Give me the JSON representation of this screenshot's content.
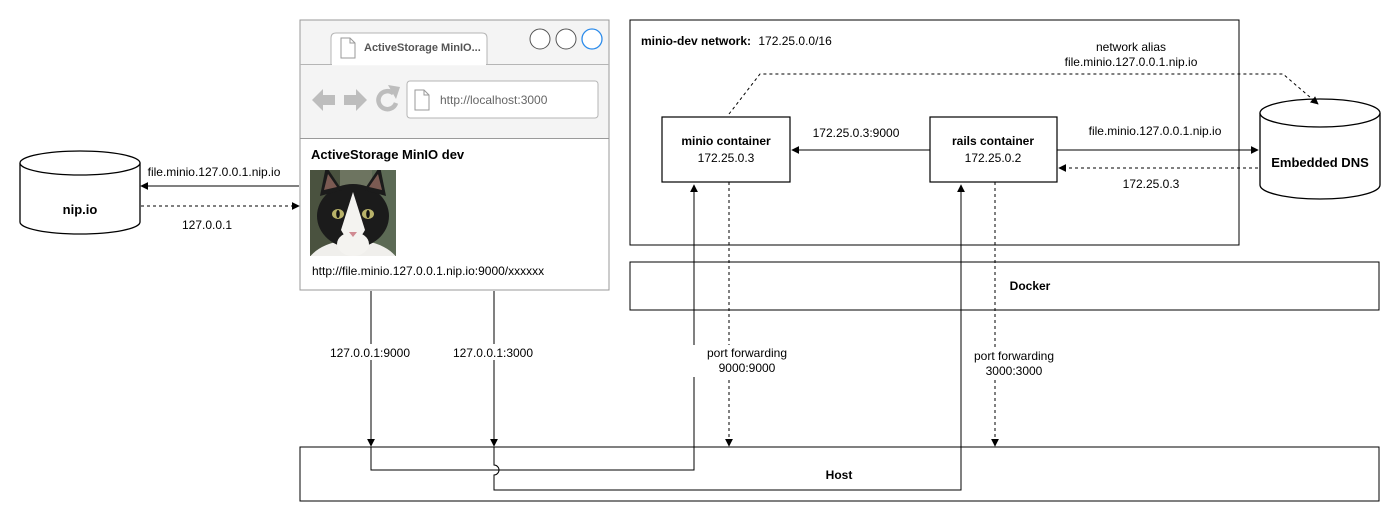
{
  "nodes": {
    "nipio": {
      "label": "nip.io"
    },
    "browser": {
      "tab_title": "ActiveStorage MinIO...",
      "address": "http://localhost:3000",
      "page_title": "ActiveStorage MinIO dev",
      "image_url": "http://file.minio.127.0.0.1.nip.io:9000/xxxxxx"
    },
    "network": {
      "name_label": "minio-dev network:",
      "subnet": "172.25.0.0/16"
    },
    "minio": {
      "name": "minio container",
      "ip": "172.25.0.3"
    },
    "rails": {
      "name": "rails container",
      "ip": "172.25.0.2"
    },
    "dns": {
      "label": "Embedded DNS"
    },
    "docker": {
      "label": "Docker"
    },
    "host": {
      "label": "Host"
    }
  },
  "edges": {
    "browser_to_nipio": "file.minio.127.0.0.1.nip.io",
    "nipio_to_browser": "127.0.0.1",
    "network_alias_line1": "network alias",
    "network_alias_line2": "file.minio.127.0.0.1.nip.io",
    "rails_to_minio": "172.25.0.3:9000",
    "rails_to_dns": "file.minio.127.0.0.1.nip.io",
    "dns_to_rails": "172.25.0.3",
    "browser_to_host_9000": "127.0.0.1:9000",
    "browser_to_host_3000": "127.0.0.1:3000",
    "minio_forward_line1": "port forwarding",
    "minio_forward_line2": "9000:9000",
    "rails_forward_line1": "port forwarding",
    "rails_forward_line2": "3000:3000"
  },
  "colors": {
    "stroke": "#000000",
    "browser_border": "#9a9a9a",
    "browser_chrome": "#f4f4f4",
    "icon_gray": "#bdbdbd",
    "active_button": "#2d8ceb"
  },
  "icons": [
    "page-icon",
    "back-arrow-icon",
    "forward-arrow-icon",
    "reload-icon",
    "window-button-icon",
    "cat-photo"
  ]
}
